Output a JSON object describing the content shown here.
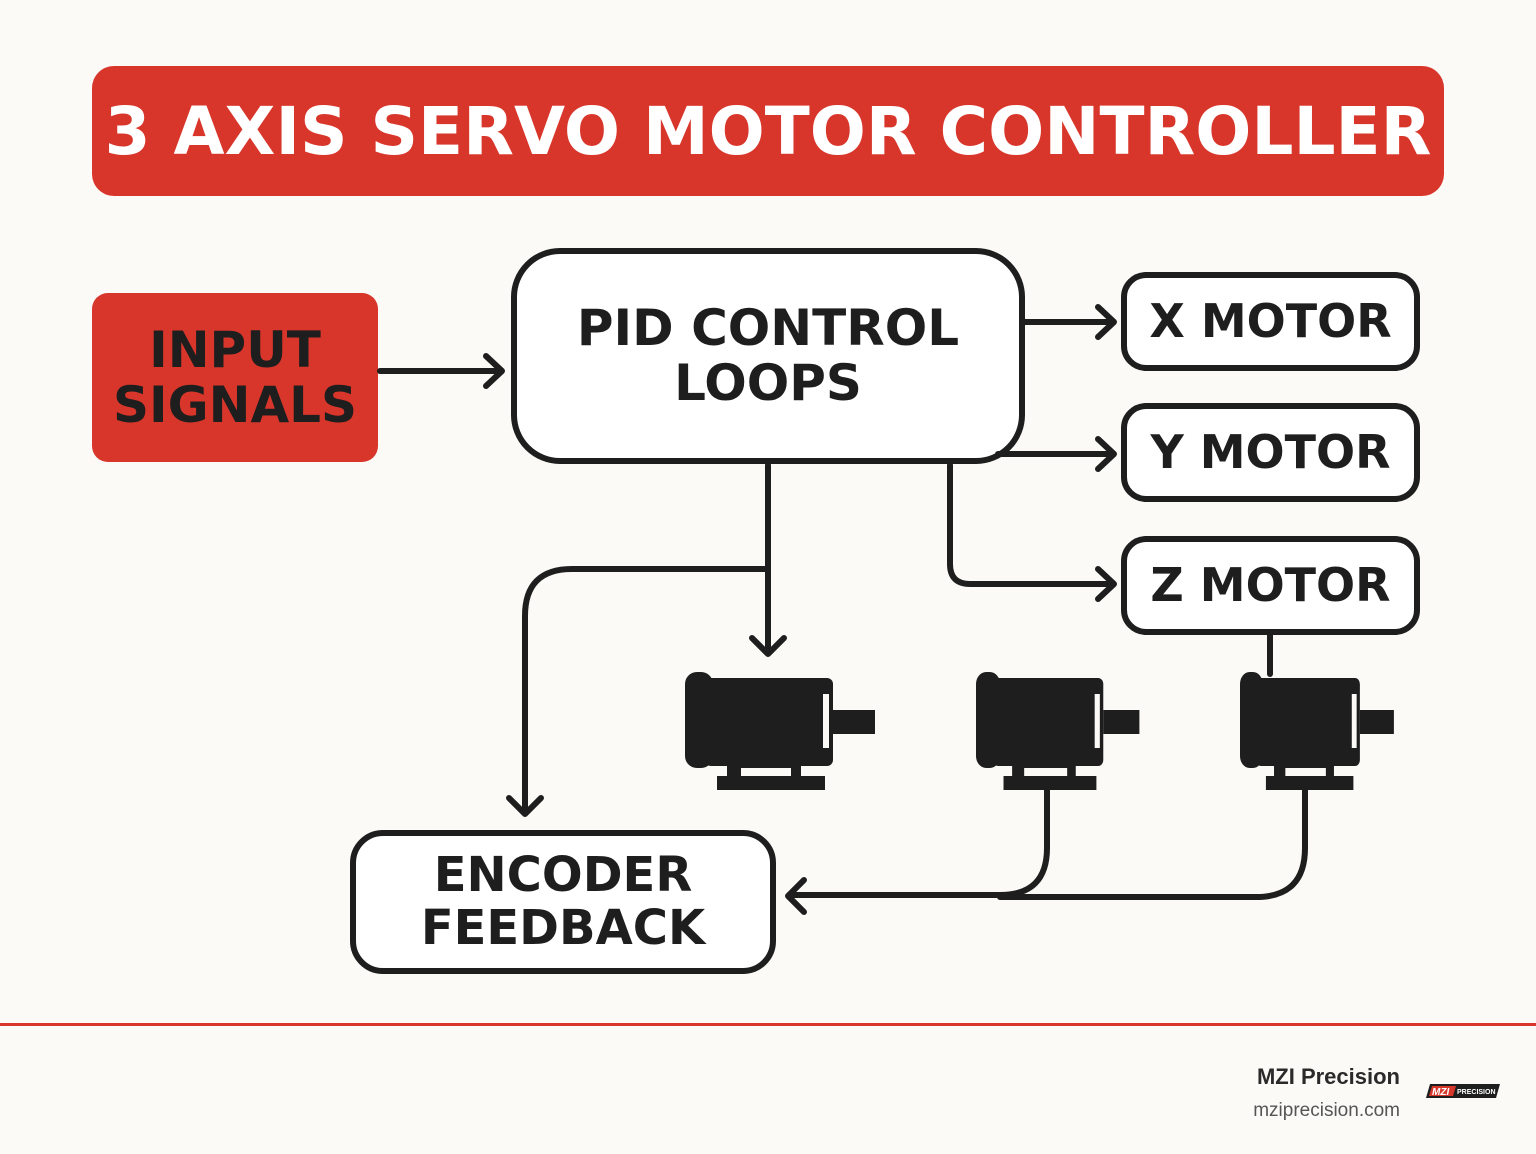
{
  "title": "3 AXIS SERVO MOTOR CONTROLLER",
  "nodes": {
    "input": {
      "line1": "INPUT",
      "line2": "SIGNALS"
    },
    "pid": {
      "line1": "PID CONTROL",
      "line2": "LOOPS"
    },
    "x_motor": "X MOTOR",
    "y_motor": "Y MOTOR",
    "z_motor": "Z MOTOR",
    "encoder": {
      "line1": "ENCODER",
      "line2": "FEEDBACK"
    }
  },
  "footer": {
    "brand": "MZI Precision",
    "url": "mziprecision.com",
    "logo_text": "MZI",
    "logo_subtext": "PRECISION"
  },
  "colors": {
    "accent": "#d9362b",
    "ink": "#1e1e1e",
    "background": "#fbfaf7"
  },
  "icons": [
    "servo-motor-icon",
    "servo-motor-icon",
    "servo-motor-icon",
    "mzi-logo-icon"
  ]
}
